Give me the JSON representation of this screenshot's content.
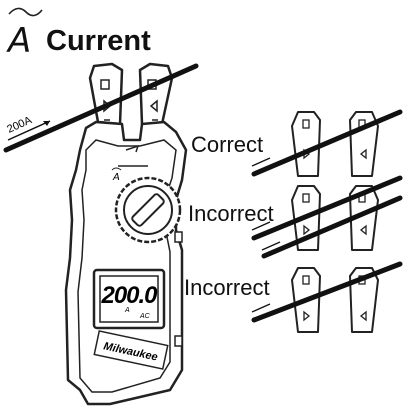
{
  "header": {
    "symbol": "A",
    "title": "Current"
  },
  "wire_label": "200A",
  "meter": {
    "display_value": "200.0",
    "display_unit": "A",
    "display_mode": "AC",
    "dial_label": "A",
    "brand": "Milwaukee"
  },
  "placements": [
    {
      "label": "Correct",
      "wires": 1
    },
    {
      "label": "Incorrect",
      "wires": 2
    },
    {
      "label": "Incorrect",
      "wires": 1
    }
  ]
}
